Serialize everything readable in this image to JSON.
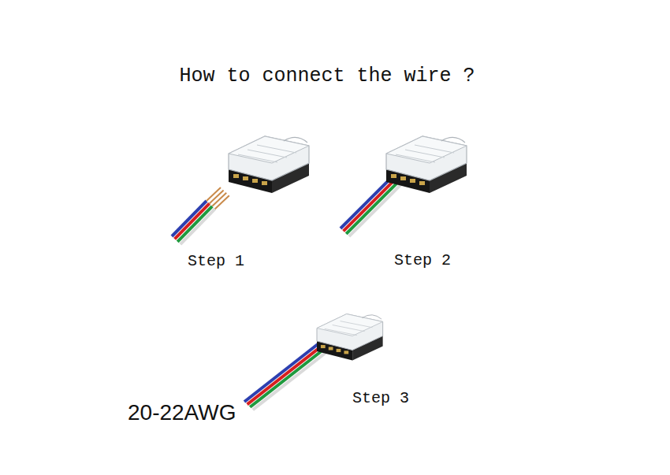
{
  "diagram": {
    "title": "How to connect the wire ?",
    "labels": [
      "Step 1",
      "Step 2",
      "Step 3",
      "20-22AWG"
    ]
  }
}
